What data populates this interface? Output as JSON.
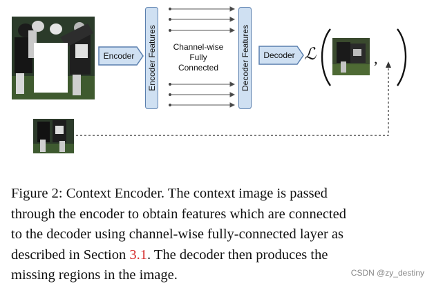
{
  "diagram": {
    "encoder_label": "Encoder",
    "encoder_features_label": "Encoder Features",
    "fc_lines": [
      "Channel-wise",
      "Fully",
      "Connected"
    ],
    "decoder_features_label": "Decoder Features",
    "decoder_label": "Decoder",
    "loss_symbol": "ℒ",
    "loss_separator": ","
  },
  "caption": {
    "line1": "Figure 2: Context Encoder.  The context image is passed",
    "line2": "through the encoder to obtain features which are connected",
    "line3": "to the decoder using channel-wise fully-connected layer as",
    "line4_pre": "described in Section ",
    "line4_ref": "3.1",
    "line4_post": ".  The decoder then produces the",
    "line5": "missing regions in the image."
  },
  "watermark": "CSDN @zy_destiny",
  "colors": {
    "bar_fill": "#cfe0f2",
    "bar_stroke": "#5a7fae",
    "ref_color": "#d42a2a"
  }
}
